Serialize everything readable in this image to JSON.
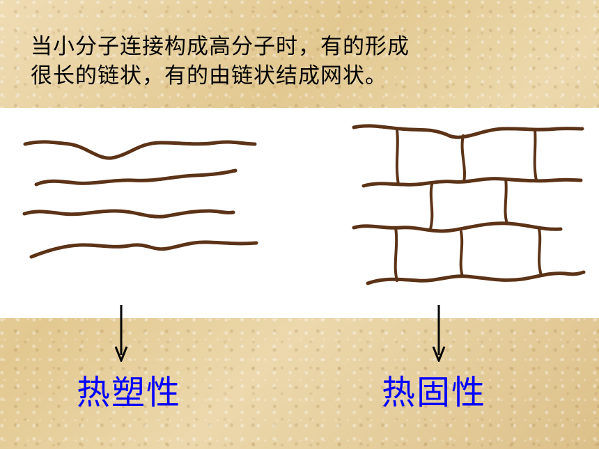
{
  "caption": {
    "line1": "当小分子连接构成高分子时，有的形成",
    "line2": "很长的链状，有的由链状结成网状。"
  },
  "labels": {
    "thermoplastic": "热塑性",
    "thermoset": "热固性"
  },
  "colors": {
    "chain": "#5c3317",
    "label": "#0000ff",
    "arrow": "#000000",
    "panel": "#ffffff"
  }
}
